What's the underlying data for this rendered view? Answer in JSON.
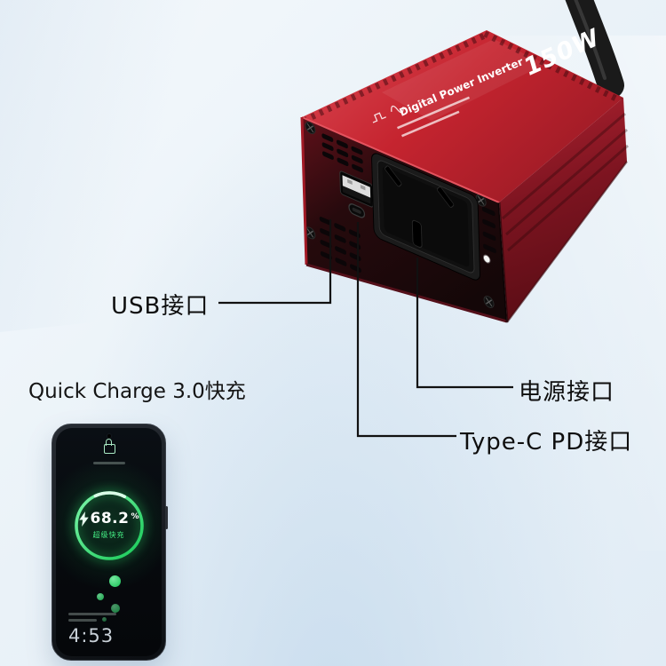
{
  "scene": {
    "background_color_top": "#f5f9fc",
    "background_color_bottom": "#e1ecf5"
  },
  "inverter": {
    "wattage_label": "150W",
    "title": "Digital Power Inverter",
    "body_color": "#c5242f",
    "panel_color": "#1a0a0d"
  },
  "callouts": {
    "usb_label": "USB接口",
    "power_label": "电源接口",
    "typec_label": "Type-C PD接口"
  },
  "features": {
    "quick_charge_label": "Quick Charge 3.0快充"
  },
  "phone": {
    "battery_percent": "68.2",
    "percent_sign": "%",
    "charge_mode_label": "超级快充",
    "time": "4:53",
    "accent_green": "#2ee56e"
  }
}
